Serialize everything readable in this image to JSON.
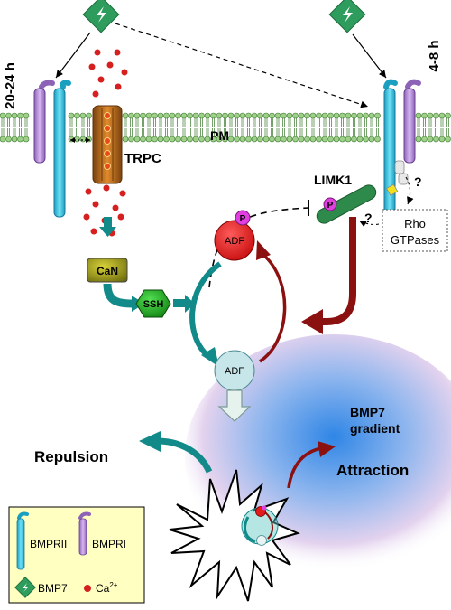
{
  "labels": {
    "time_left": "20-24 h",
    "time_right": "4-8 h",
    "pm": "PM",
    "trpc": "TRPC",
    "limk1": "LIMK1",
    "rho_line1": "Rho",
    "rho_line2": "GTPases",
    "question": "?",
    "phospho": "P",
    "can": "CaN",
    "ssh": "SSH",
    "adf": "ADF",
    "gradient_line1": "BMP7",
    "gradient_line2": "gradient",
    "repulsion": "Repulsion",
    "attraction": "Attraction"
  },
  "legend": {
    "bmpr2": "BMPRII",
    "bmpr1": "BMPRI",
    "bmp7": "BMP7",
    "ca": "Ca",
    "ca_sup": "2+"
  },
  "colors": {
    "teal": "#128a8a",
    "dark_red": "#8b1010",
    "bmpr2_cyan": "#33c6e6",
    "bmpr1_violet": "#b38fd6",
    "bmp7_green": "#2e9c5c",
    "calcium_red": "#d62020",
    "phospho_magenta": "#e23fe0",
    "legend_bg": "#ffffc2"
  }
}
